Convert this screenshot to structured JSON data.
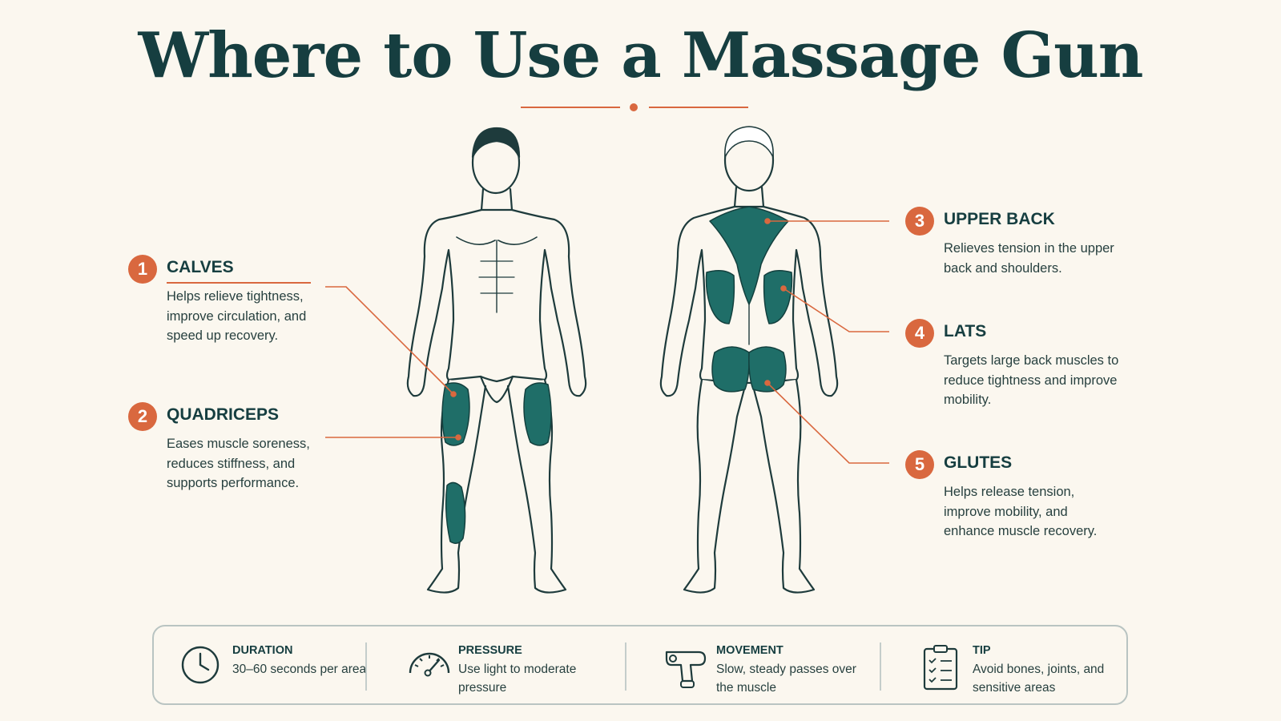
{
  "title": "Where to Use a Massage Gun",
  "colors": {
    "accent": "#d9683f",
    "muscle": "#1f6e68",
    "ink": "#163e40",
    "background": "#fbf7ef"
  },
  "callouts": [
    {
      "number": "1",
      "heading": "CALVES",
      "description": "Helps relieve tightness, improve circulation, and speed up recovery."
    },
    {
      "number": "2",
      "heading": "QUADRICEPS",
      "description": "Eases muscle soreness, reduces stiffness, and supports performance."
    },
    {
      "number": "3",
      "heading": "UPPER BACK",
      "description": "Relieves tension in the upper back and shoulders."
    },
    {
      "number": "4",
      "heading": "LATS",
      "description": "Targets large back muscles to reduce tightness and improve mobility."
    },
    {
      "number": "5",
      "heading": "GLUTES",
      "description": "Helps release tension, improve mobility, and enhance muscle recovery."
    }
  ],
  "tips": [
    {
      "icon": "clock-icon",
      "label": "DURATION",
      "text": "30–60 seconds per area"
    },
    {
      "icon": "gauge-icon",
      "label": "PRESSURE",
      "text": "Use light to moderate pressure"
    },
    {
      "icon": "massage-gun-icon",
      "label": "MOVEMENT",
      "text": "Slow, steady passes over the muscle"
    },
    {
      "icon": "clipboard-checklist-icon",
      "label": "TIP",
      "text": "Avoid bones, joints, and sensitive areas"
    }
  ]
}
